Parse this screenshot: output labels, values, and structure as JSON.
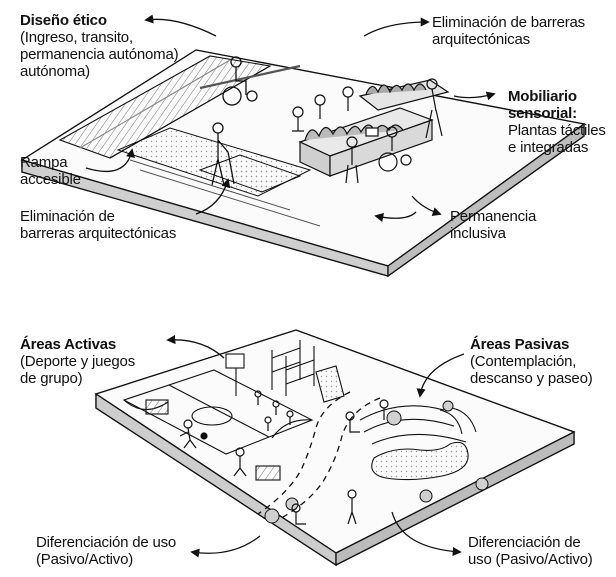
{
  "top_diagram": {
    "etico": {
      "title": "Diseño ético",
      "line1": "(Ingreso, transito,",
      "line2": "permanencia autónoma)",
      "line3": "autónoma)"
    },
    "barreras_top": {
      "line1": "Eliminación de barreras",
      "line2": "arquitectónicas"
    },
    "mobiliario": {
      "title1": "Mobiliario",
      "title2": "sensorial:",
      "line1": "Plantas táctiles",
      "line2": "e integradas"
    },
    "rampa": {
      "line1": "Rampa",
      "line2": "accesible"
    },
    "barreras_bottom": {
      "line1": "Eliminación de",
      "line2": "barreras arquitectónicas"
    },
    "permanencia": {
      "line1": "Permanencia",
      "line2": "inclusiva"
    }
  },
  "bottom_diagram": {
    "activas": {
      "title": "Áreas Activas",
      "line1": "(Deporte y juegos",
      "line2": "de grupo)"
    },
    "pasivas": {
      "title": "Áreas Pasivas",
      "line1": "(Contemplación,",
      "line2": "descanso y paseo)"
    },
    "dif_left": {
      "line1": "Diferenciación de uso",
      "line2": "(Pasivo/Activo)"
    },
    "dif_right": {
      "line1": "Diferenciación de",
      "line2": "uso (Pasivo/Activo)"
    }
  }
}
